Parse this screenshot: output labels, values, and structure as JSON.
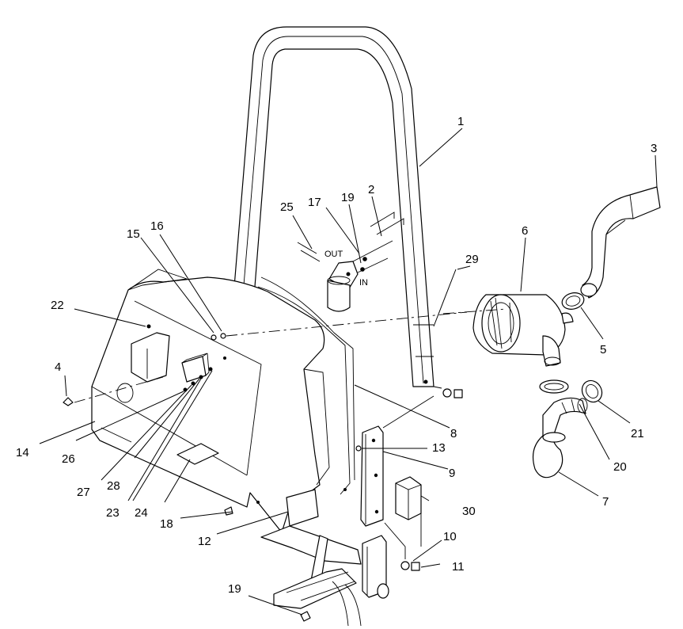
{
  "figure": {
    "callouts": [
      {
        "id": "c1",
        "text": "1"
      },
      {
        "id": "c2",
        "text": "2"
      },
      {
        "id": "c3",
        "text": "3"
      },
      {
        "id": "c4",
        "text": "4"
      },
      {
        "id": "c5",
        "text": "5"
      },
      {
        "id": "c6",
        "text": "6"
      },
      {
        "id": "c7",
        "text": "7"
      },
      {
        "id": "c8",
        "text": "8"
      },
      {
        "id": "c9",
        "text": "9"
      },
      {
        "id": "c10",
        "text": "10"
      },
      {
        "id": "c11",
        "text": "11"
      },
      {
        "id": "c12",
        "text": "12"
      },
      {
        "id": "c13",
        "text": "13"
      },
      {
        "id": "c14",
        "text": "14"
      },
      {
        "id": "c15",
        "text": "15"
      },
      {
        "id": "c16",
        "text": "16"
      },
      {
        "id": "c17",
        "text": "17"
      },
      {
        "id": "c18",
        "text": "18"
      },
      {
        "id": "c19a",
        "text": "19"
      },
      {
        "id": "c19b",
        "text": "19"
      },
      {
        "id": "c20",
        "text": "20"
      },
      {
        "id": "c21",
        "text": "21"
      },
      {
        "id": "c22",
        "text": "22"
      },
      {
        "id": "c23",
        "text": "23"
      },
      {
        "id": "c24",
        "text": "24"
      },
      {
        "id": "c25",
        "text": "25"
      },
      {
        "id": "c26",
        "text": "26"
      },
      {
        "id": "c27",
        "text": "27"
      },
      {
        "id": "c28",
        "text": "28"
      },
      {
        "id": "c29",
        "text": "29"
      },
      {
        "id": "c30",
        "text": "30"
      }
    ],
    "port_labels": {
      "out": "OUT",
      "in": "IN"
    }
  }
}
